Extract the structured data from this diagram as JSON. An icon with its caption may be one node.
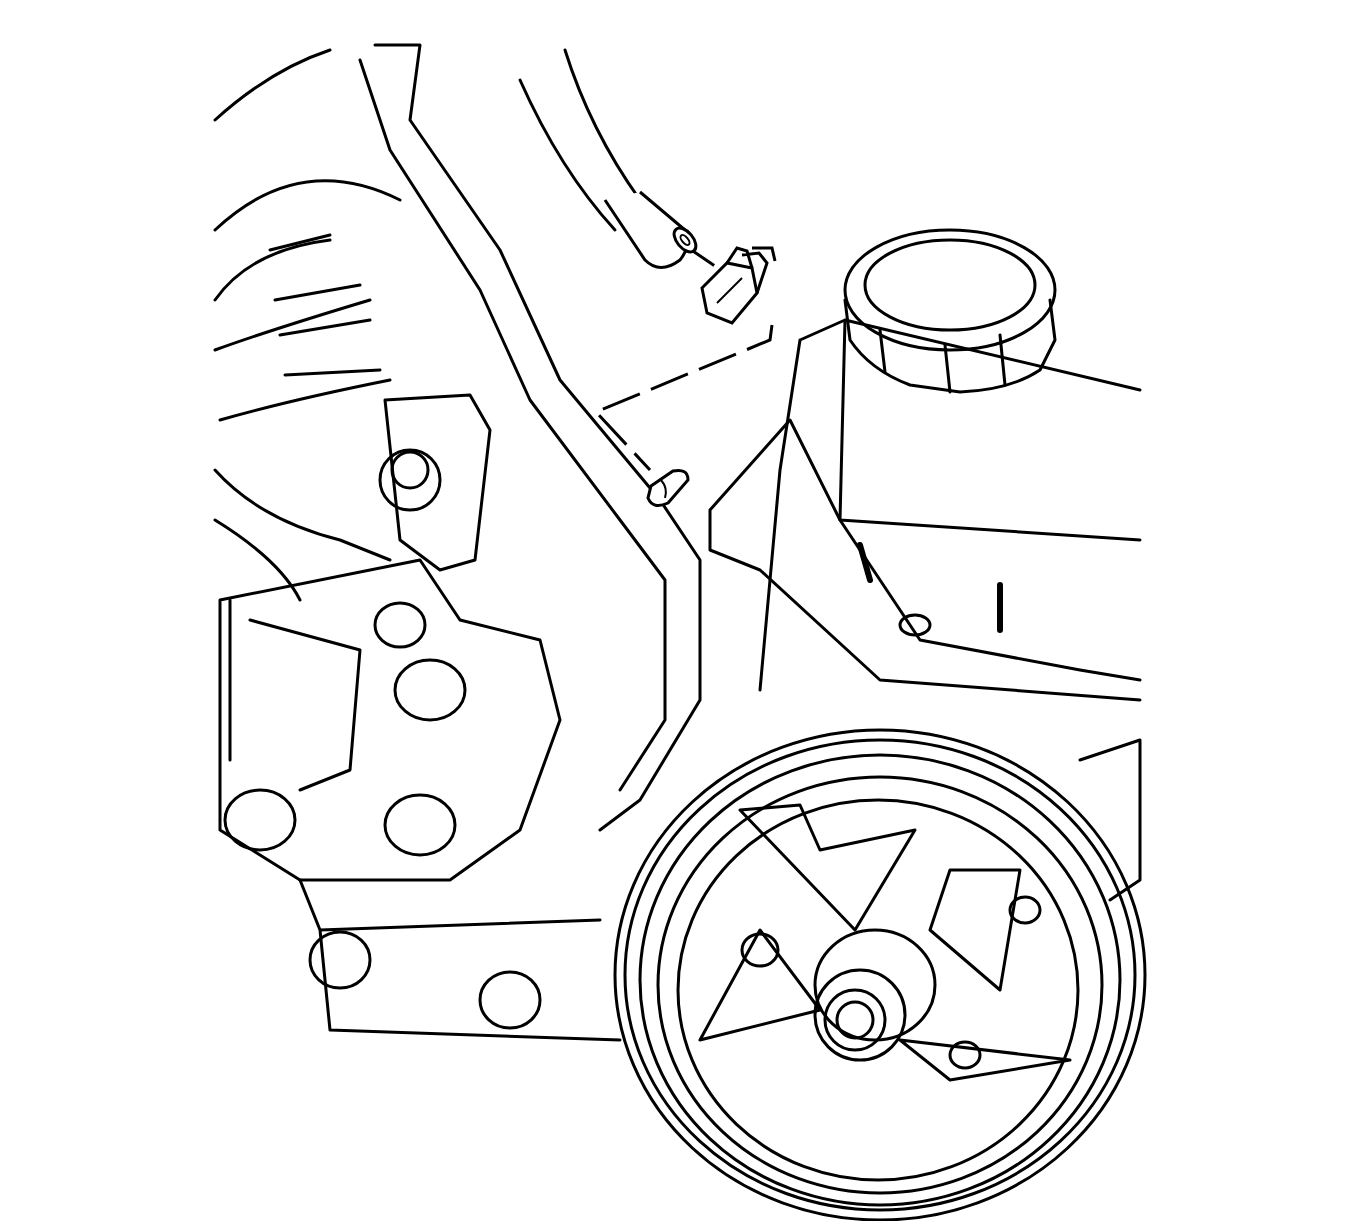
{
  "diagram": {
    "nodes": [
      {
        "text": [],
        "shape": "picture"
      },
      {
        "text": [],
        "shape": "picture"
      },
      {
        "text": [],
        "shape": "picture"
      }
    ],
    "edges": [
      {
        "from": 0,
        "to": 1,
        "arrow": "none",
        "style": "dashed"
      },
      {
        "from": 1,
        "to": 2,
        "arrow": "none",
        "style": "dashed"
      }
    ]
  }
}
